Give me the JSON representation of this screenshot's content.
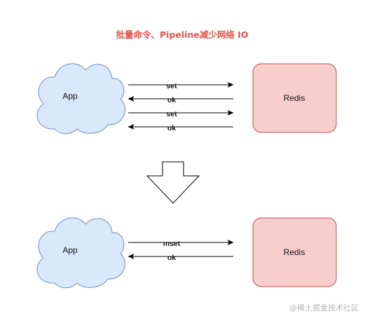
{
  "title": "批量命令、Pipeline减少网络 IO",
  "top_section": {
    "app_label": "App",
    "redis_label": "Redis",
    "arrows": [
      {
        "label": "set",
        "direction": "to-redis"
      },
      {
        "label": "ok",
        "direction": "to-app"
      },
      {
        "label": "set",
        "direction": "to-redis"
      },
      {
        "label": "ok",
        "direction": "to-app"
      }
    ]
  },
  "bottom_section": {
    "app_label": "App",
    "redis_label": "Redis",
    "arrows": [
      {
        "label": "mset",
        "direction": "to-redis"
      },
      {
        "label": "ok",
        "direction": "to-app"
      }
    ]
  },
  "watermark": "@稀土掘金技术社区",
  "colors": {
    "title": "#e2534d",
    "cloud_fill": "#dae8fc",
    "cloud_stroke": "#6c8ebf",
    "redis_fill": "#f8cecc",
    "redis_stroke": "#b85450",
    "arrow": "#000000",
    "watermark": "#b5b5b5"
  }
}
